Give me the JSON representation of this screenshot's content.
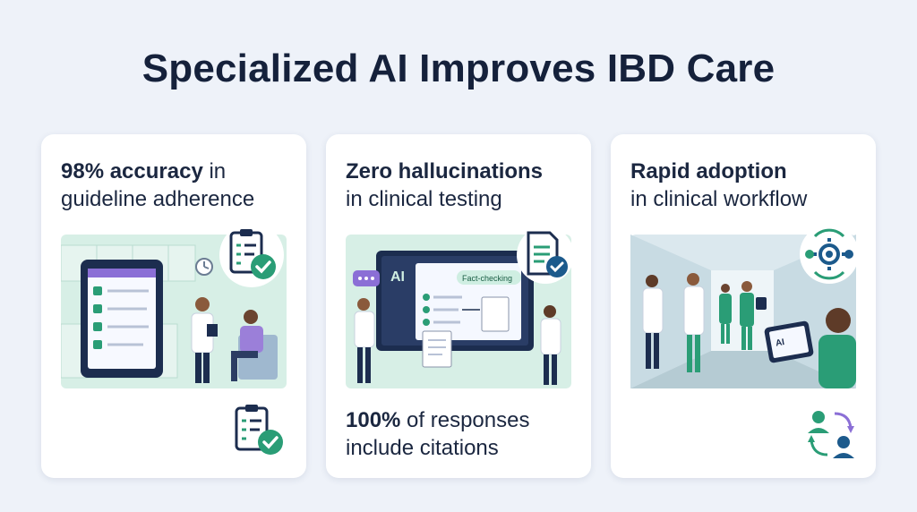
{
  "title": "Specialized AI Improves IBD Care",
  "cards": [
    {
      "headline_bold": "98% accuracy",
      "headline_rest_1": " in",
      "headline_line2": "guideline adherence",
      "icons": [
        "clipboard-check-icon",
        "clock-icon",
        "tablet-checklist-icon"
      ]
    },
    {
      "headline_bold": "Zero hallucinations",
      "headline_line2": "in clinical testing",
      "screen_label": "AI",
      "tag_label": "Fact-checking",
      "footer_bold": "100%",
      "footer_rest": " of responses",
      "footer_line2": "include citations",
      "icons": [
        "document-check-icon",
        "chat-bubble-icon"
      ]
    },
    {
      "headline_bold": "Rapid adoption",
      "headline_line2": "in clinical workflow",
      "tablet_label": "AI",
      "icons": [
        "team-gear-icon",
        "user-exchange-icon"
      ]
    }
  ],
  "colors": {
    "background": "#eef2f9",
    "teal": "#2a9d76",
    "teal_light": "#cfeee2",
    "navy": "#1c2d4f",
    "purple": "#8b6fd6"
  }
}
